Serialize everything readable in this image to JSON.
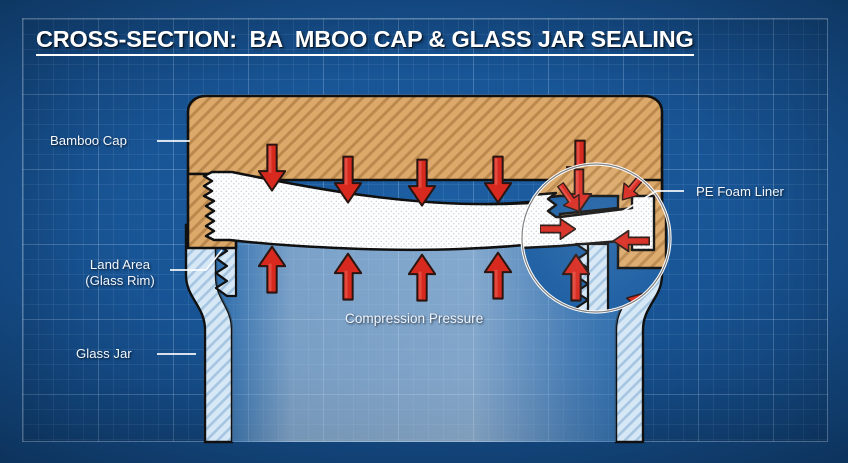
{
  "title": "CROSS-SECTION:  BA  MBOO CAP & GLASS JAR SEALING",
  "labels": {
    "bamboo_cap": "Bamboo Cap",
    "pe_foam_liner": "PE Foam Liner",
    "land_area_line1": "Land Area",
    "land_area_line2": "(Glass Rim)",
    "glass_jar": "Glass Jar",
    "compression_pressure": "Compression Pressure"
  },
  "colors": {
    "background_blue": "#16508f",
    "background_blue_dark": "#0d3a6b",
    "grid_line": "#adcdee",
    "bamboo_tan": "#dca96a",
    "bamboo_hatch": "#8a5a28",
    "liner_white": "#ffffff",
    "glass_fill": "#cfe2f3",
    "glass_hatch": "#7fa8cc",
    "arrow_red": "#d8291f",
    "arrow_outline": "#2b1510",
    "outline_black": "#101010",
    "label_text": "#f2f7ff",
    "title_text": "#ffffff"
  },
  "diagram": {
    "type": "technical-cross-section",
    "subject": "Bamboo cap and glass jar sealing interface",
    "parts": [
      "Bamboo Cap",
      "PE Foam Liner",
      "Land Area (Glass Rim)",
      "Glass Jar"
    ],
    "annotations": {
      "downward_arrow_count": 6,
      "upward_arrow_count": 6,
      "detail_callout": "magnified circle showing converging compression forces at the liner-to-glass-rim seal",
      "detail_callout_arrow_count": 8
    }
  }
}
